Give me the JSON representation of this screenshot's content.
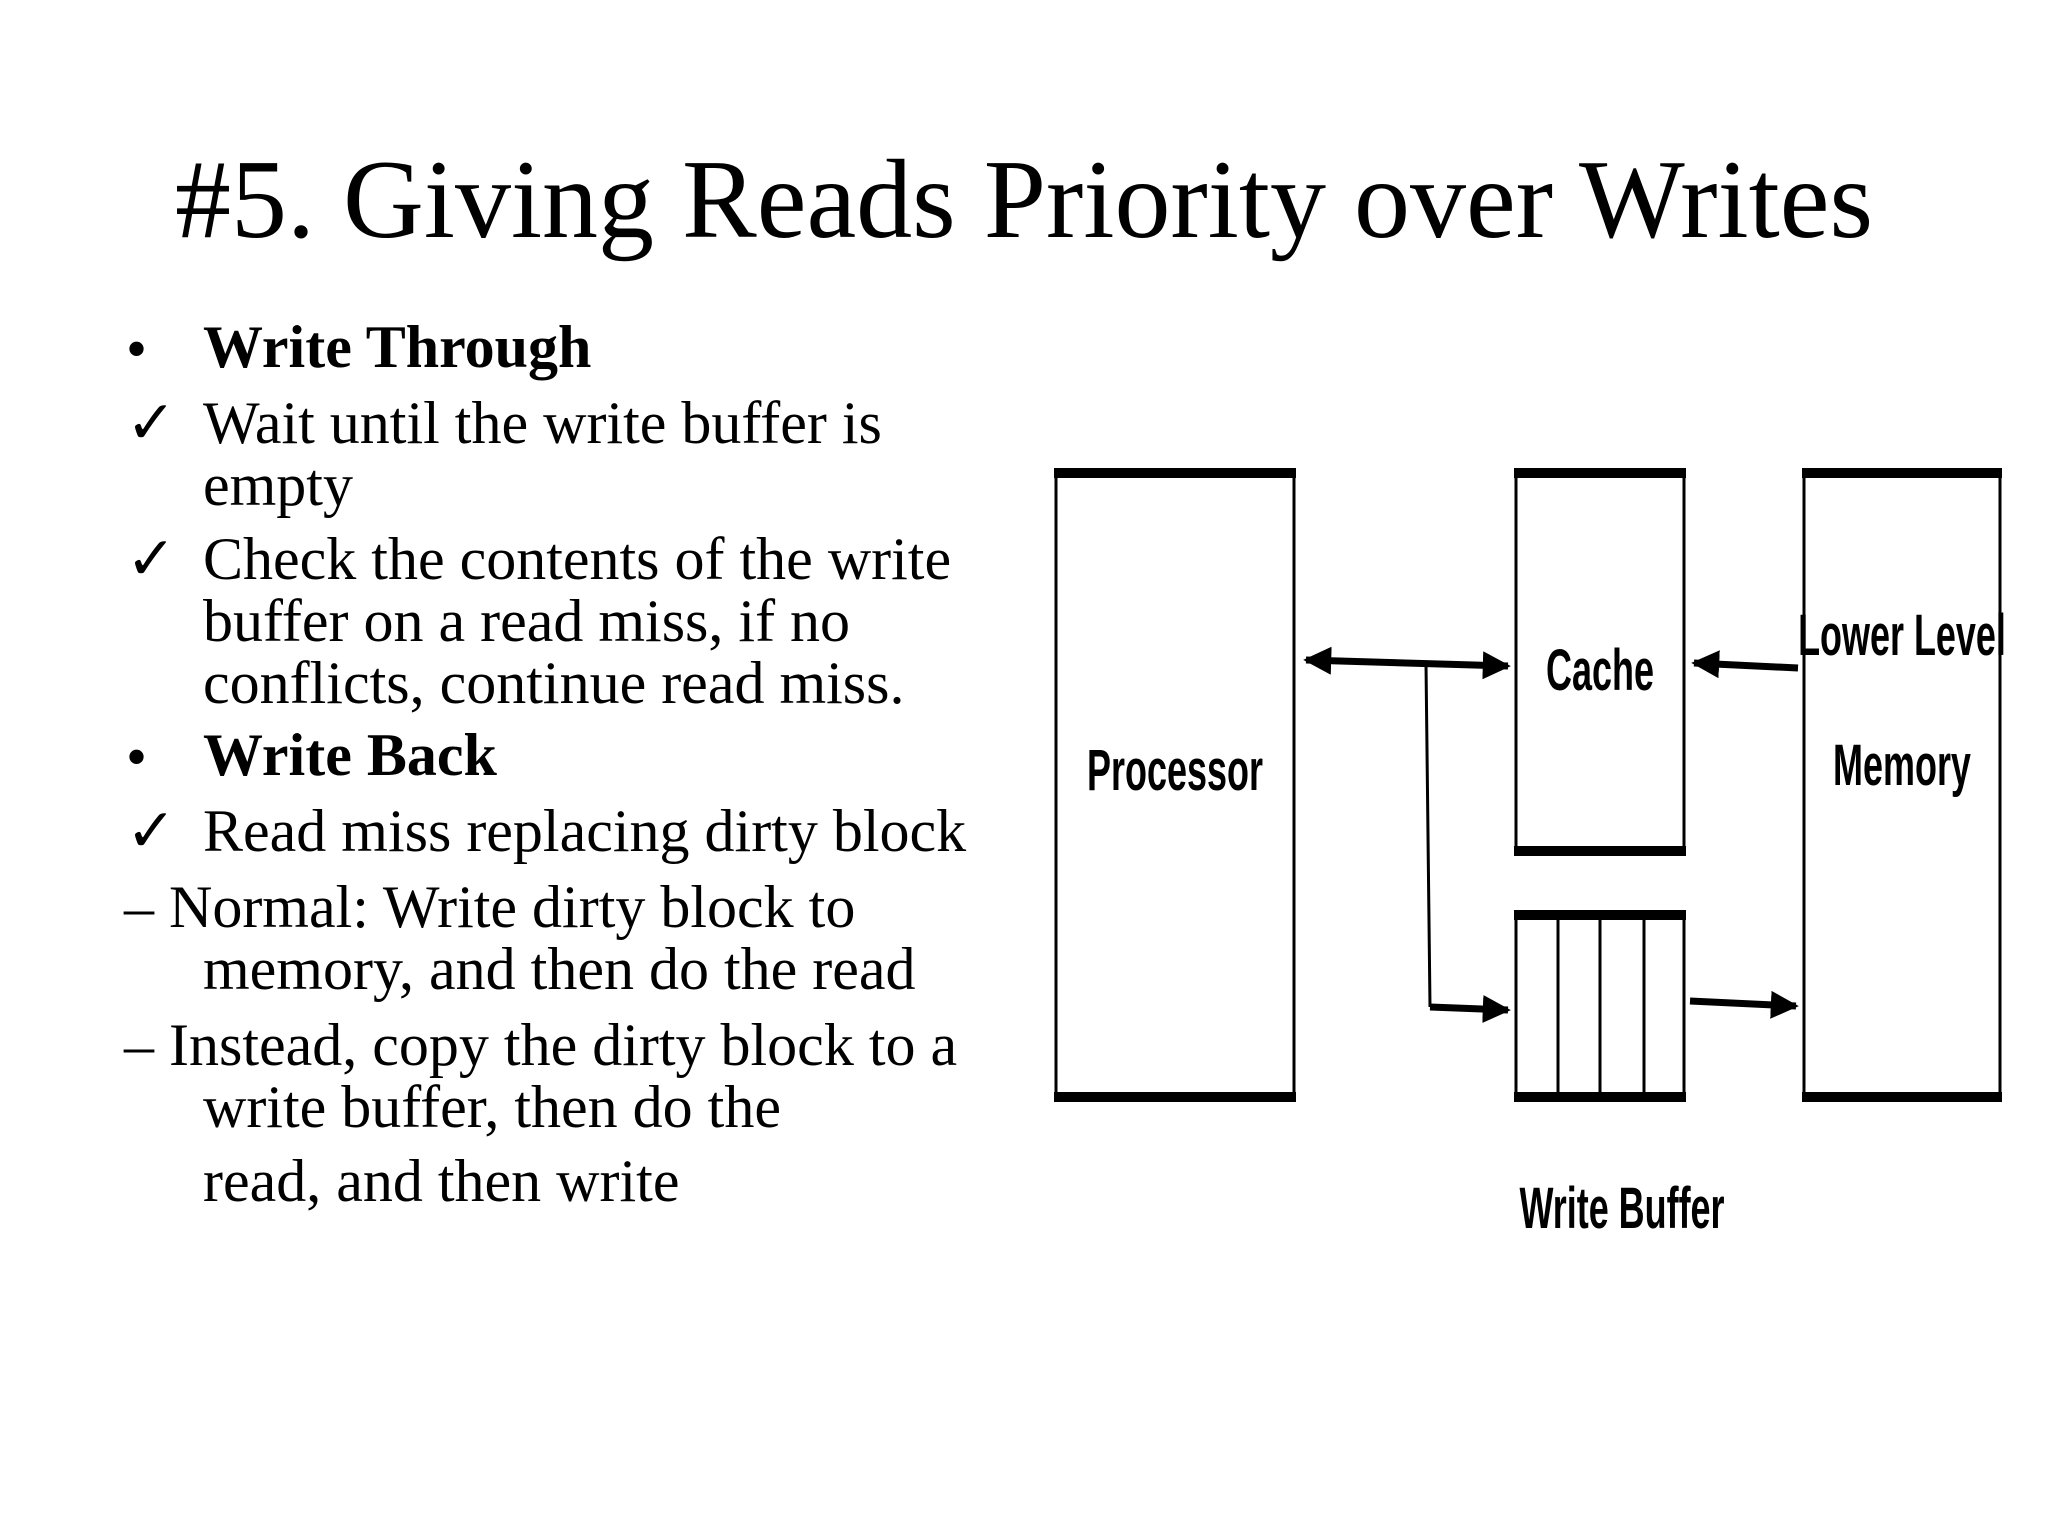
{
  "slide": {
    "title": "#5. Giving Reads Priority over Writes"
  },
  "bullets": {
    "write_through": {
      "marker": "•",
      "heading": "Write Through",
      "item1": {
        "marker": "✓",
        "line1": "Wait until the write buffer is",
        "line2": "empty"
      },
      "item2": {
        "marker": "✓",
        "line1": "Check the contents of the write",
        "line2": "buffer on a read miss, if no",
        "line3": "conflicts, continue read miss."
      }
    },
    "write_back": {
      "marker": "•",
      "heading": "Write Back",
      "item1": {
        "marker": "✓",
        "line1": "Read miss replacing dirty block"
      },
      "normal": {
        "line1": "– Normal: Write dirty block to",
        "line2": "memory, and then do the read"
      },
      "instead": {
        "line1": "– Instead, copy the dirty block to a",
        "line2": "write buffer, then do the",
        "line3": "read, and then write"
      }
    }
  },
  "diagram": {
    "processor_label": "Processor",
    "cache_label": "Cache",
    "memory_label_line1": "Lower Level",
    "memory_label_line2": "Memory",
    "write_buffer_label": "Write Buffer"
  }
}
